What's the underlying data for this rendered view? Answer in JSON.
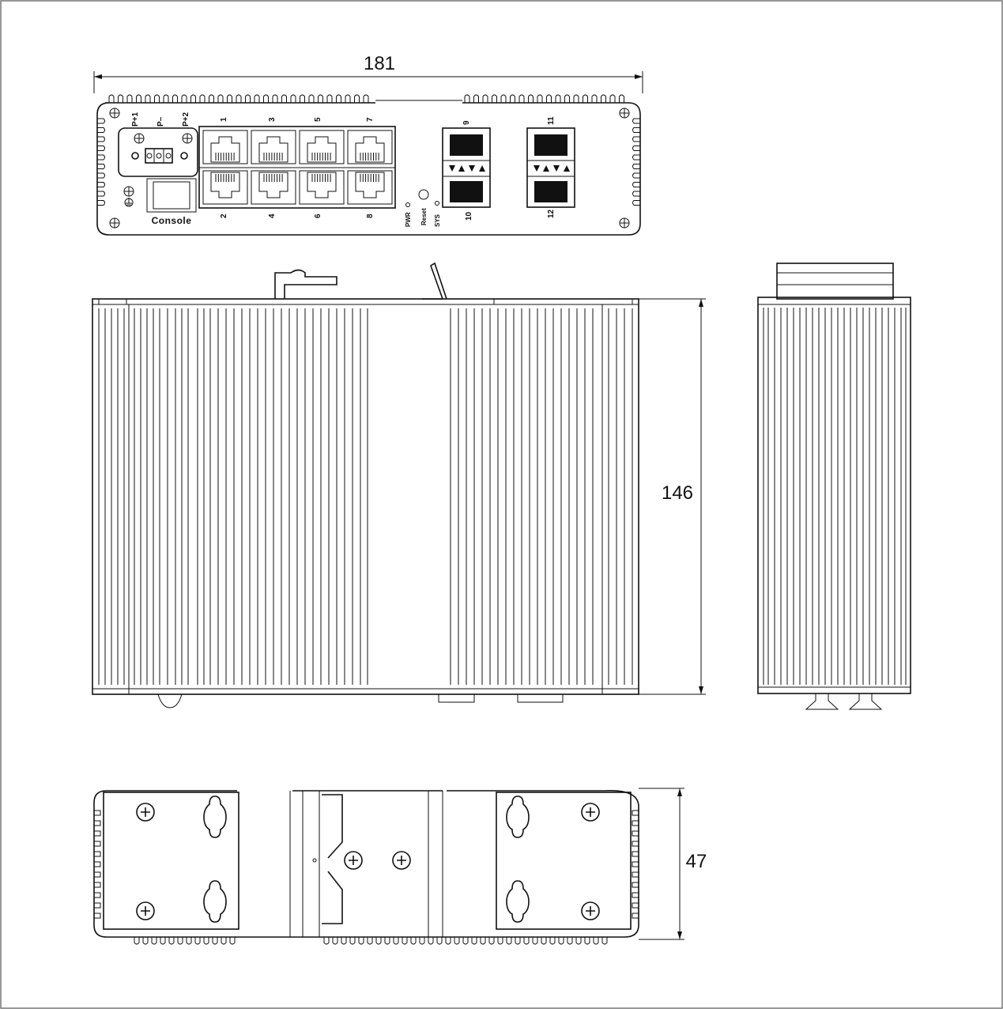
{
  "dimensions": {
    "width": "181",
    "depth": "146",
    "height": "47"
  },
  "front_panel": {
    "power_labels": [
      "P+1",
      "P–",
      "P+2"
    ],
    "console_label": "Console",
    "rj45_top_labels": [
      "1",
      "3",
      "5",
      "7"
    ],
    "rj45_bottom_labels": [
      "2",
      "4",
      "6",
      "8"
    ],
    "led_labels": {
      "pwr": "PWR",
      "reset": "Reset",
      "sys": "SYS"
    },
    "sfp_labels": {
      "top": [
        "9",
        "11"
      ],
      "bottom": [
        "10",
        "12"
      ]
    }
  }
}
